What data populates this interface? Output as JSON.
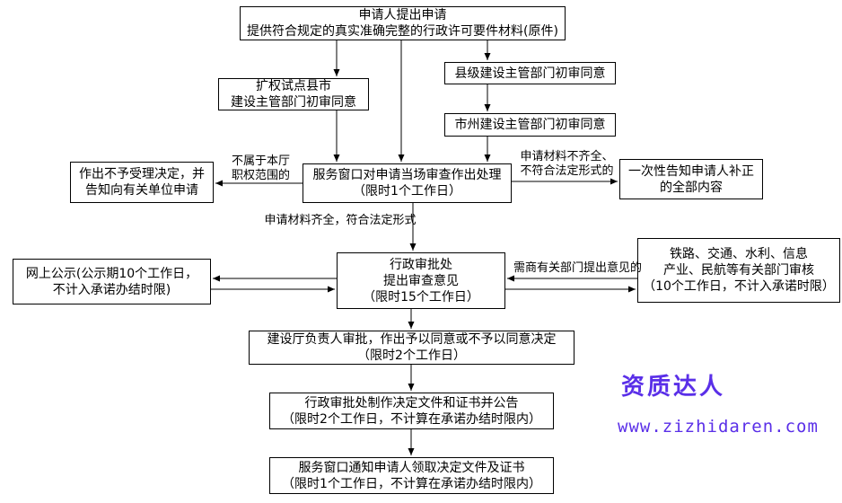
{
  "flowchart": {
    "boxes": {
      "applicant": {
        "line1": "申请人提出申请",
        "line2": "提供符合规定的真实准确完整的行政许可要件材料(原件)"
      },
      "pilot_county": {
        "line1": "扩权试点县市",
        "line2": "建设主管部门初审同意"
      },
      "county_level": {
        "line1": "县级建设主管部门初审同意"
      },
      "city_prefecture": {
        "line1": "市州建设主管部门初审同意"
      },
      "reject_decision": {
        "line1": "作出不予受理决定，并",
        "line2": "告知向有关单位申请"
      },
      "service_window_review": {
        "line1": "服务窗口对申请当场审查作出处理",
        "line2": "（限时1个工作日）"
      },
      "notify_supplement": {
        "line1": "一次性告知申请人补正",
        "line2": "的全部内容"
      },
      "online_publicity": {
        "line1": "网上公示(公示期10个工作日，",
        "line2": "不计入承诺办结时限)"
      },
      "approval_office": {
        "line1": "行政审批处",
        "line2": "提出审查意见",
        "line3": "（限时15个工作日）"
      },
      "related_departments": {
        "line1": "铁路、交通、水利、信息",
        "line2": "产业、民航等有关部门审核",
        "line3": "（10个工作日，不计入承诺时限）"
      },
      "department_head_approval": {
        "line1": "建设厅负责人审批，作出予以同意或不予以同意决定",
        "line2": "（限时2个工作日）"
      },
      "make_documents": {
        "line1": "行政审批处制作决定文件和证书并公告",
        "line2": "（限时2个工作日，不计算在承诺办结时限内）"
      },
      "notify_collect": {
        "line1": "服务窗口通知申请人领取决定文件及证书",
        "line2": "（限时1个工作日，不计算在承诺办结时限内）"
      }
    },
    "edge_labels": {
      "out_of_scope": {
        "line1": "不属于本厅",
        "line2": "职权范围的"
      },
      "incomplete_materials": {
        "line1": "申请材料不齐全、",
        "line2": "不符合法定形式的"
      },
      "complete_materials": {
        "line1": "申请材料齐全，符合法定形式"
      },
      "consult_departments": {
        "line1": "需商有关部门提出意见的"
      }
    },
    "colors": {
      "line": "#000000",
      "box_border": "#000000",
      "box_background": "#ffffff",
      "watermark": "#5a2fe8"
    }
  },
  "watermark": {
    "brand": "资质达人",
    "url": "www.zizhidaren.com"
  }
}
